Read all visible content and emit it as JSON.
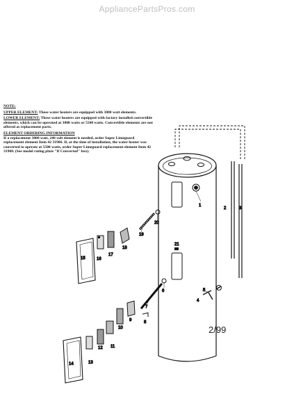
{
  "watermark": "AppliancePartsPros.com",
  "notes": {
    "heading": "NOTE:",
    "upper_label": "UPPER ELEMENT:",
    "upper_text": " These water heaters are equipped with 3800 watt elements.",
    "lower_label": "LOWER ELEMENT:",
    "lower_text": " These water heaters are equipped with factory installed convertible elements, which can be operated at 3800 watts or 5500 watts. Convertible elements are not offered as replacement parts.",
    "ordering_heading": "ELEMENT ORDERING INFORMATION",
    "ordering_text": "If a replacement 3800 watt, 240 volt element is needed, order Super Limeguard replacement element Item 42 31906. If, at the time of installation, the water heater was converted to operate at 5500 watts, order Super Limeguard replacement element Item 42 31908. (See model rating plate \"If Converted\" box)."
  },
  "date_code": "2/99",
  "callouts": {
    "c1": "1",
    "c2": "2",
    "c3": "3",
    "c4": "4",
    "c5": "5",
    "c6": "6",
    "c7": "7",
    "c8": "8",
    "c9": "9",
    "c10": "10",
    "c11": "11",
    "c12": "12",
    "c13": "13",
    "c14": "14",
    "c15": "15",
    "c16": "16",
    "c17": "17",
    "c18": "18",
    "c19": "19",
    "c20": "20",
    "c21": "21"
  }
}
